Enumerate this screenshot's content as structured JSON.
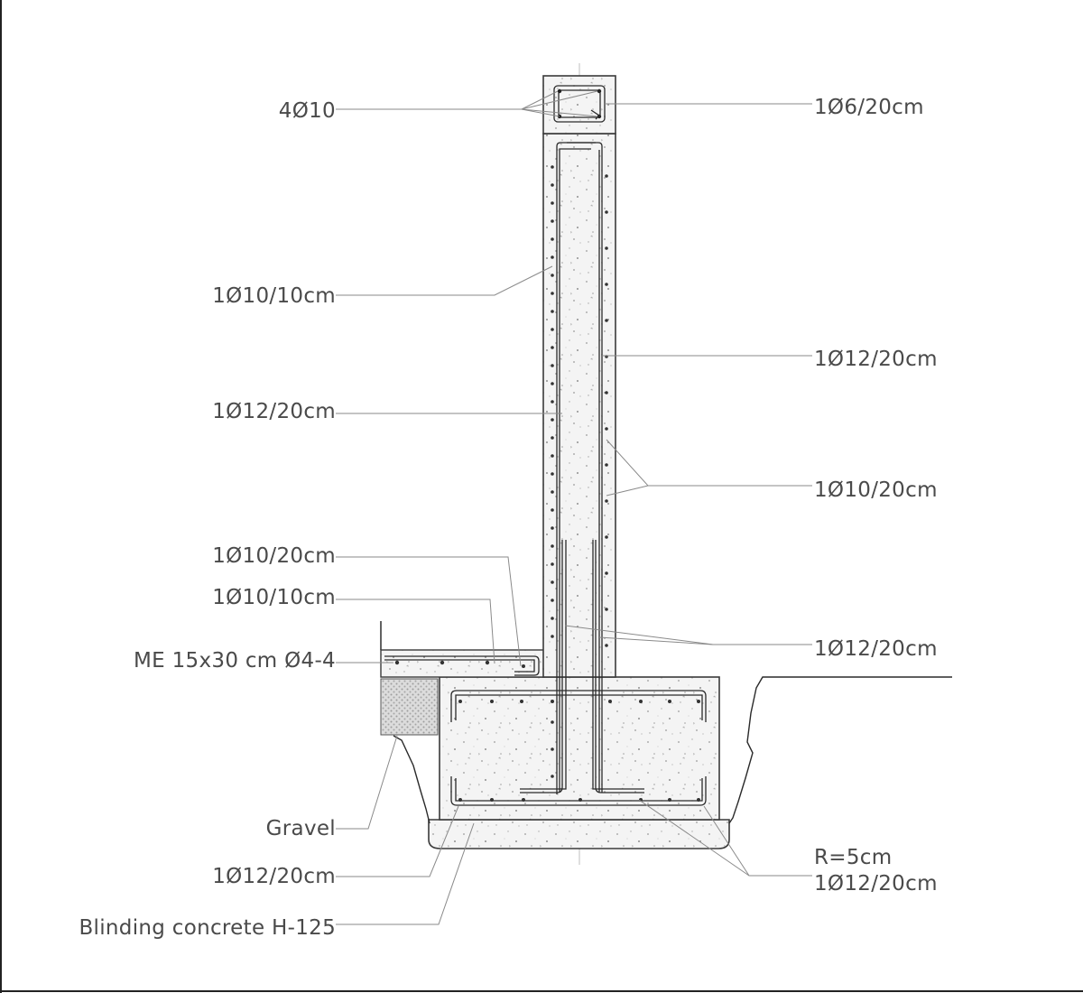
{
  "labels": {
    "top_bars": "4Ø10",
    "stirrup": "1Ø6/20cm",
    "wall_left_dist": "1Ø10/10cm",
    "wall_right_main": "1Ø12/20cm",
    "wall_left_main": "1Ø12/20cm",
    "wall_right_dist": "1Ø10/20cm",
    "slab_top_bar": "1Ø10/20cm",
    "slab_bottom_bar": "1Ø10/10cm",
    "starter_bars": "1Ø12/20cm",
    "mesh": "ME 15x30 cm Ø4-4",
    "gravel": "Gravel",
    "footing_bottom": "1Ø12/20cm",
    "bend_radius": "R=5cm",
    "footing_bars": "1Ø12/20cm",
    "blinding": "Blinding concrete H-125"
  },
  "colors": {
    "line": "#2a2a2a",
    "leader": "#8a8a8a",
    "text": "#4a4a4a",
    "concrete": "#f2f2f2",
    "gravel": "#d8d8d8"
  }
}
